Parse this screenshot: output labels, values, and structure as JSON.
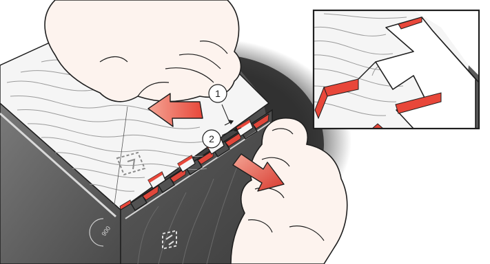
{
  "figure": {
    "callouts": [
      {
        "id": "callout-1",
        "label": "1"
      },
      {
        "id": "callout-2",
        "label": "2"
      }
    ],
    "side_stamp": "900",
    "colors": {
      "accent_red": "#e8473a",
      "arrow_red_light": "#f2907f",
      "panel_dark": "#5a5a5a",
      "panel_light_edge": "#d9d9d9",
      "wood_top": "#f4f4f4",
      "grain_line": "#9a9a9a",
      "outline": "#1e1e1e",
      "shadow": "#2b2b2b"
    }
  }
}
